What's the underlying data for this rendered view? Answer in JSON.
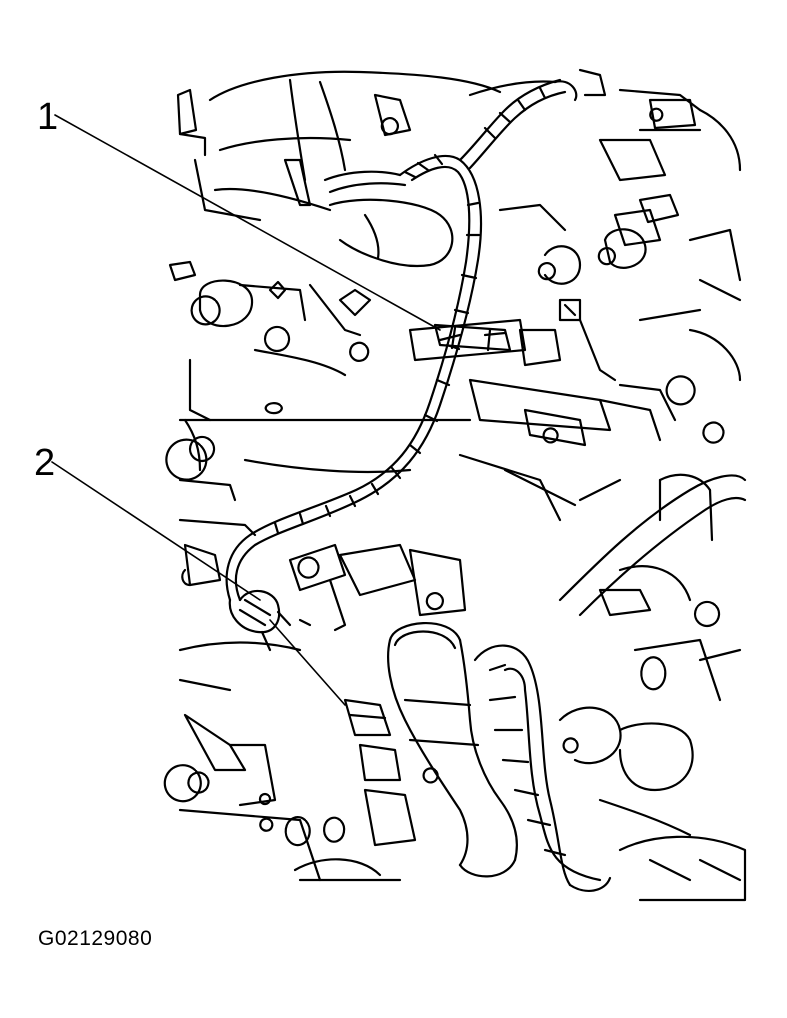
{
  "callouts": [
    {
      "label": "1"
    },
    {
      "label": "2"
    }
  ],
  "figure_id": "G02129080"
}
